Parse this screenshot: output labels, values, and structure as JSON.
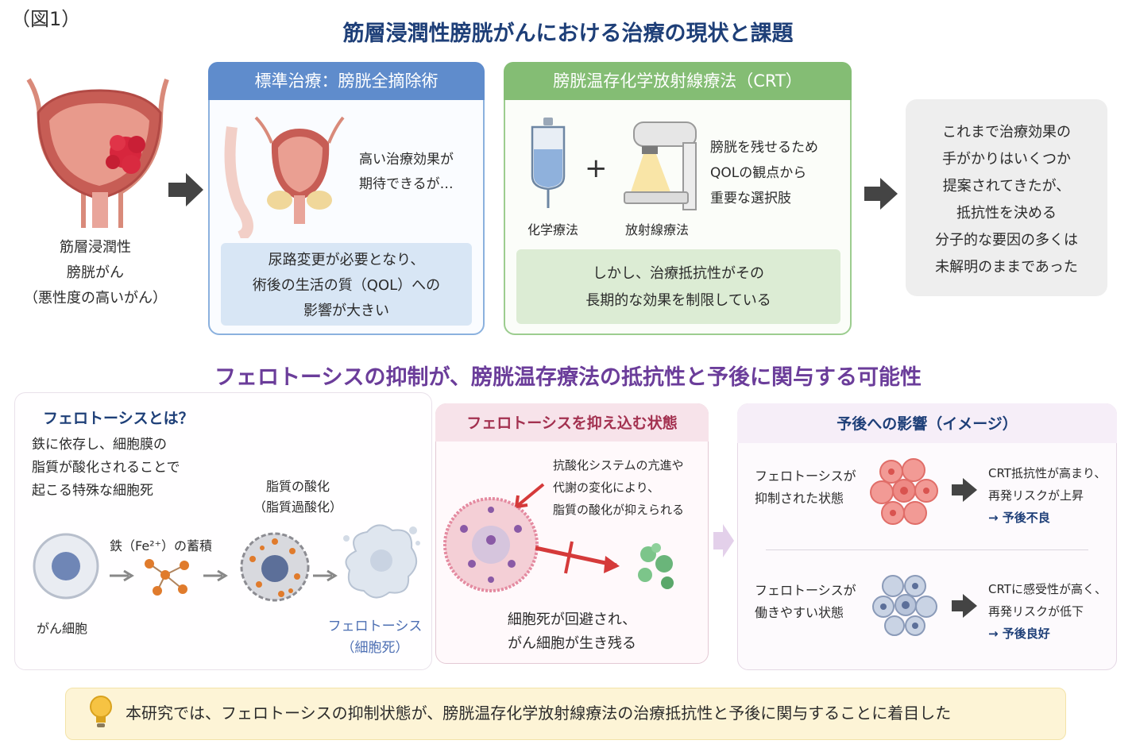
{
  "figure_label": "（図1）",
  "title": "筋層浸潤性膀胱がんにおける治療の現状と課題",
  "bladder": {
    "line1": "筋層浸潤性",
    "line2": "膀胱がん",
    "line3": "（悪性度の高いがん）"
  },
  "standard": {
    "header": "標準治療：膀胱全摘除術",
    "effect1": "高い治療効果が",
    "effect2": "期待できるが…",
    "note1": "尿路変更が必要となり、",
    "note2": "術後の生活の質（QOL）への",
    "note3": "影響が大きい"
  },
  "crt": {
    "header": "膀胱温存化学放射線療法（CRT）",
    "chemo_label": "化学療法",
    "plus": "+",
    "radiation_label": "放射線療法",
    "desc1": "膀胱を残せるため",
    "desc2": "QOLの観点から",
    "desc3": "重要な選択肢",
    "note1": "しかし、治療抵抗性がその",
    "note2": "長期的な効果を制限している"
  },
  "summary": {
    "line1": "これまで治療効果の",
    "line2": "手がかりはいくつか",
    "line3": "提案されてきたが、",
    "line4": "抵抗性を決める",
    "line5": "分子的な要因の多くは",
    "line6": "未解明のままであった"
  },
  "subtitle": "フェロトーシスの抑制が、膀胱温存療法の抵抗性と予後に関与する可能性",
  "ferroptosis": {
    "heading": "フェロトーシスとは？",
    "desc1": "鉄に依存し、細胞膜の",
    "desc2": "脂質が酸化されることで",
    "desc3": "起こる特殊な細胞死",
    "lipid1": "脂質の酸化",
    "lipid2": "（脂質過酸化）",
    "iron": "鉄（Fe²⁺）の蓄積",
    "cancer_cell": "がん細胞",
    "death1": "フェロトーシス",
    "death2": "（細胞死）"
  },
  "suppressed": {
    "header": "フェロトーシスを抑え込む状態",
    "desc1": "抗酸化システムの亢進や",
    "desc2": "代謝の変化により、",
    "desc3": "脂質の酸化が抑えられる",
    "result1": "細胞死が回避され、",
    "result2": "がん細胞が生き残る"
  },
  "prognosis": {
    "header": "予後への影響（イメージ）",
    "state1_a": "フェロトーシスが",
    "state1_b": "抑制された状態",
    "outcome1_a": "CRT抵抗性が高まり、",
    "outcome1_b": "再発リスクが上昇",
    "outcome1_c": "→ 予後不良",
    "state2_a": "フェロトーシスが",
    "state2_b": "働きやすい状態",
    "outcome2_a": "CRTに感受性が高く、",
    "outcome2_b": "再発リスクが低下",
    "outcome2_c": "→ 予後良好"
  },
  "footer": "本研究では、フェロトーシスの抑制状態が、膀胱温存化学放射線療法の治療抵抗性と予後に関与することに着目した",
  "colors": {
    "title": "#1e3f78",
    "subtitle": "#6b3d9a",
    "blue_header": "#5f8ccc",
    "green_header": "#84bd74",
    "mid_header_text": "#a33150"
  }
}
